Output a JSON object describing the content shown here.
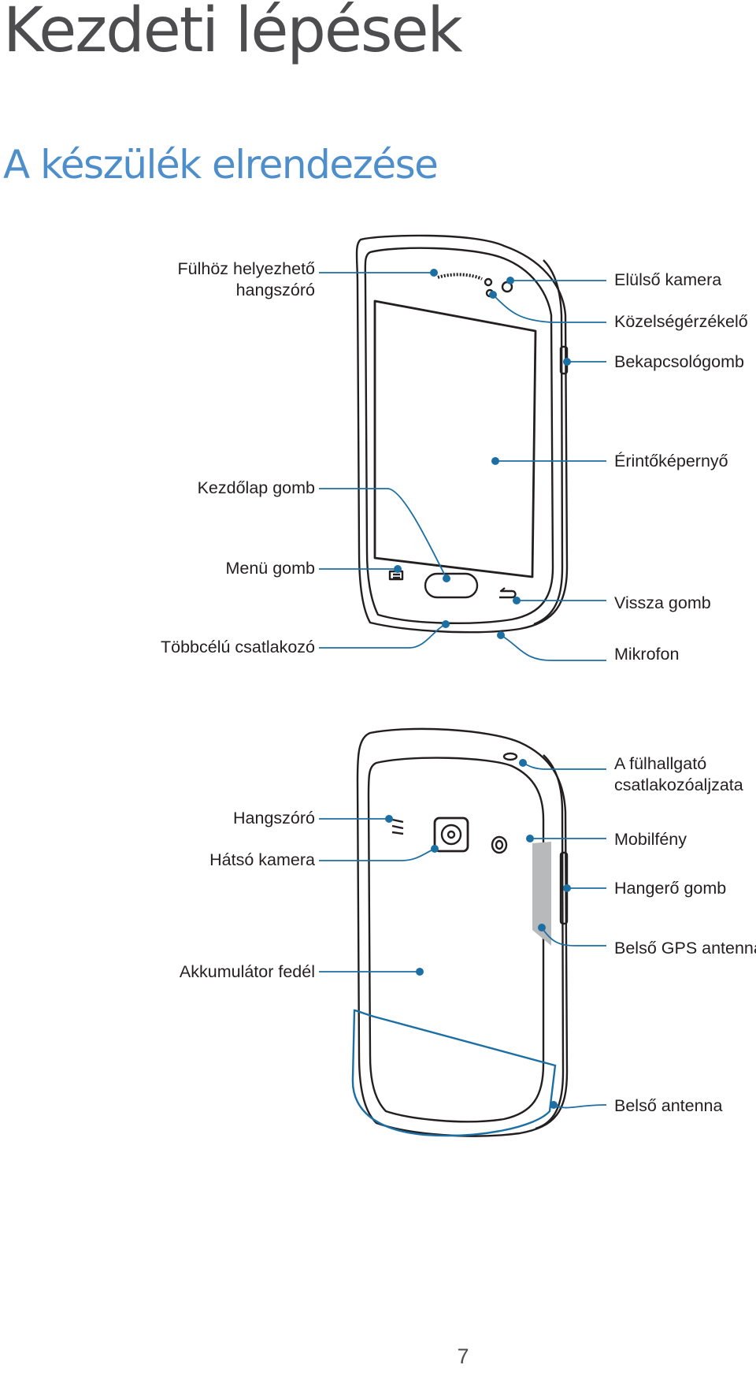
{
  "page": {
    "chapter_title": "Kezdeti lépések",
    "section_title": "A készülék elrendezése",
    "page_number": "7"
  },
  "colors": {
    "accent": "#4e8fcb",
    "leader_line": "#1c6fa3",
    "title_gray": "#4d4d4f",
    "outline": "#231f20"
  },
  "front_view": {
    "labels_left": {
      "earpiece": "Fülhöz helyezhető\nhangszóró",
      "home_button": "Kezdőlap gomb",
      "menu_button": "Menü gomb",
      "multipurpose_jack": "Többcélú csatlakozó"
    },
    "labels_right": {
      "front_camera": "Elülső kamera",
      "proximity_sensor": "Közelségérzékelő",
      "power_button": "Bekapcsológomb",
      "touchscreen": "Érintőképernyő",
      "back_button": "Vissza gomb",
      "microphone": "Mikrofon"
    }
  },
  "rear_view": {
    "labels_left": {
      "speaker": "Hangszóró",
      "rear_camera": "Hátsó kamera",
      "battery_cover": "Akkumulátor fedél"
    },
    "labels_right": {
      "headset_jack": "A fülhallgató\ncsatlakozóaljzata",
      "flash": "Mobilfény",
      "volume_button": "Hangerő gomb",
      "gps_antenna": "Belső GPS antenna",
      "internal_antenna": "Belső antenna"
    }
  }
}
